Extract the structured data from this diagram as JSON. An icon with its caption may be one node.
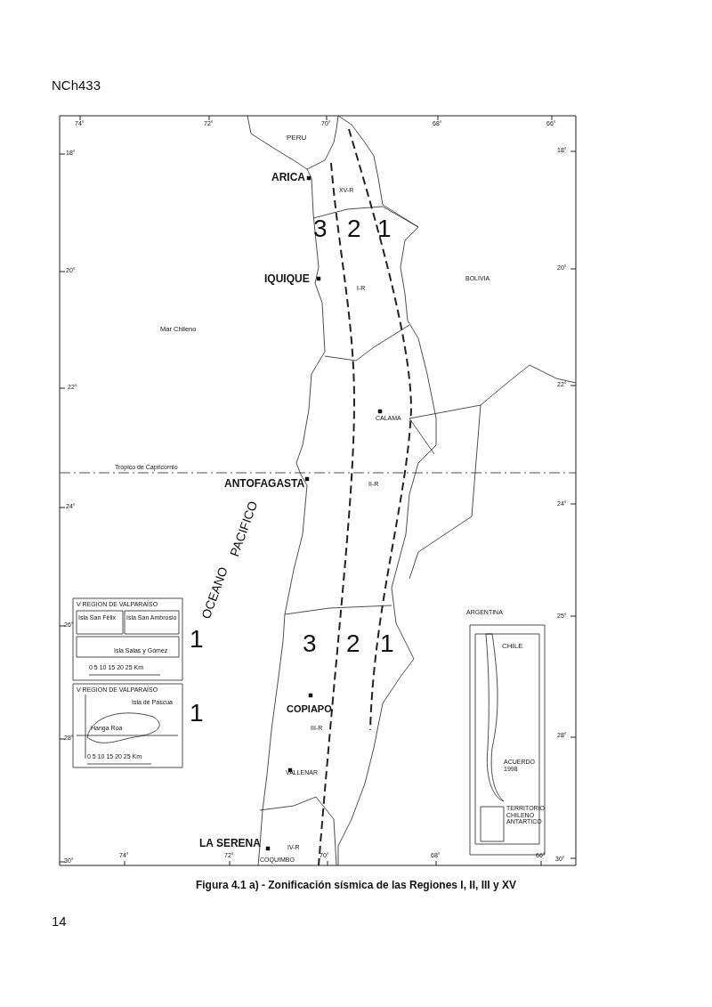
{
  "diagram": {
    "caption": "Figura 4.1 a) - Zonificación sísmica de las Regiones I, II, III y XV",
    "labels": [
      "NCh433",
      "74°",
      "72°",
      "70°",
      "68°",
      "66°",
      "18°",
      "18°",
      "PERU",
      "ARICA",
      "XV-R",
      "3",
      "2",
      "1",
      "20°",
      "20°",
      "IQUIQUE",
      "I-R",
      "BOLIVIA",
      "Mar Chileno",
      "22°",
      "22°",
      "CALAMA",
      "Trópico de Capricornio",
      "ANTOFAGASTA",
      "II-R",
      "24°",
      "24°",
      "PACIFICO",
      "OCEANO",
      "ARGENTINA",
      "V REGION DE VALPARAÍSO",
      "Isla San Félix",
      "Isla San Ambrosio",
      "Isla Salas y Gómez",
      "0 5 10 15 20 25 Km",
      "26°",
      "25°",
      "1",
      "3",
      "2",
      "1",
      "CHILE",
      "V REGION DE VALPARAÍSO",
      "Isla de Pascua",
      "Hanga Roa",
      "0 5 10 15 20 25 Km",
      "COPIAPO",
      "1",
      "III-R",
      "28°",
      "28°",
      "ACUERDO 1998",
      "VALLENAR",
      "TERRITORIO CHILENO ANTARTICO",
      "LA SERENA",
      "IV-R",
      "30°",
      "74°",
      "72°",
      "COQUIMBO",
      "70°",
      "68°",
      "66°",
      "30°",
      "14"
    ]
  }
}
